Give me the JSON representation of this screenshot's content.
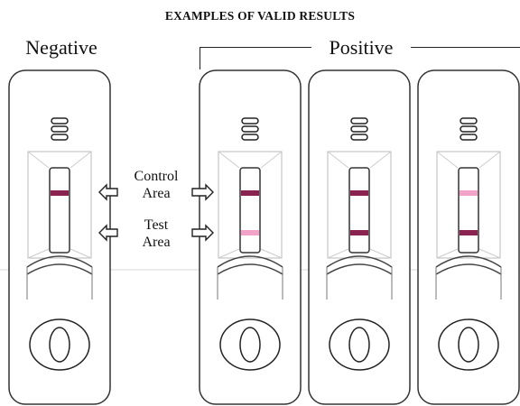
{
  "title": "EXAMPLES OF VALID RESULTS",
  "negative_label": "Negative",
  "positive_label": "Positive",
  "control_area_label_line1": "Control",
  "control_area_label_line2": "Area",
  "test_area_label_line1": "Test",
  "test_area_label_line2": "Area",
  "colors": {
    "strong_line": "#8a2350",
    "faint_line": "#f4a3c8",
    "outline": "#333333"
  },
  "cassettes": [
    {
      "result": "negative",
      "control_line": "strong",
      "test_line": "none"
    },
    {
      "result": "positive",
      "control_line": "strong",
      "test_line": "faint"
    },
    {
      "result": "positive",
      "control_line": "strong",
      "test_line": "strong"
    },
    {
      "result": "positive",
      "control_line": "faint",
      "test_line": "strong"
    }
  ]
}
